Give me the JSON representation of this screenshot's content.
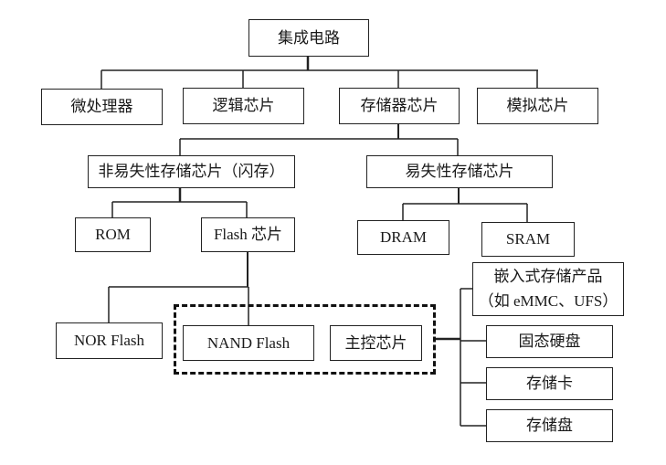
{
  "diagram": {
    "title": "集成电路产业分类",
    "nodes": {
      "root": "集成电路",
      "microprocessor": "微处理器",
      "logic_chip": "逻辑芯片",
      "memory_chip": "存储器芯片",
      "analog_chip": "模拟芯片",
      "nonvolatile": "非易失性存储芯片（闪存）",
      "volatile": "易失性存储芯片",
      "rom": "ROM",
      "flash_chip": "Flash 芯片",
      "dram": "DRAM",
      "sram": "SRAM",
      "nor_flash": "NOR Flash",
      "nand_flash": "NAND Flash",
      "controller_chip": "主控芯片",
      "embedded_line1": "嵌入式存储产品",
      "embedded_line2": "（如 eMMC、UFS）",
      "ssd": "固态硬盘",
      "memory_card": "存储卡",
      "usb_drive": "存储盘"
    },
    "edges": [
      [
        "root",
        "microprocessor"
      ],
      [
        "root",
        "logic_chip"
      ],
      [
        "root",
        "memory_chip"
      ],
      [
        "root",
        "analog_chip"
      ],
      [
        "memory_chip",
        "nonvolatile"
      ],
      [
        "memory_chip",
        "volatile"
      ],
      [
        "nonvolatile",
        "rom"
      ],
      [
        "nonvolatile",
        "flash_chip"
      ],
      [
        "volatile",
        "dram"
      ],
      [
        "volatile",
        "sram"
      ],
      [
        "flash_chip",
        "nor_flash"
      ],
      [
        "flash_chip",
        "nand_flash"
      ],
      [
        "nand_controller_group",
        "embedded"
      ],
      [
        "nand_controller_group",
        "ssd"
      ],
      [
        "nand_controller_group",
        "memory_card"
      ],
      [
        "nand_controller_group",
        "usb_drive"
      ]
    ],
    "groups": {
      "nand_controller_group": [
        "nand_flash",
        "controller_chip"
      ]
    }
  }
}
